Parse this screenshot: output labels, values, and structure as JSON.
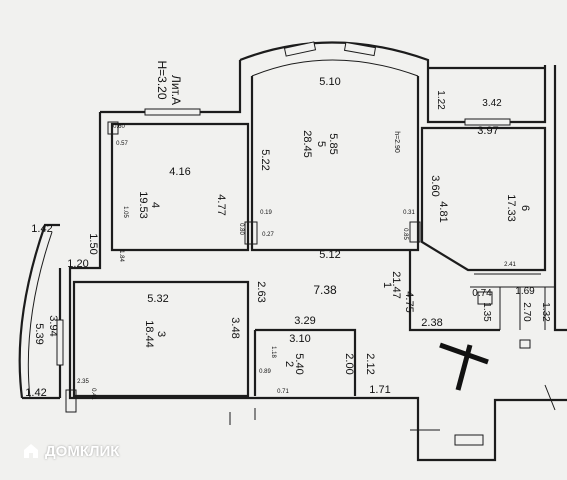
{
  "header": {
    "lit": "Лит.А",
    "height": "H=3.20"
  },
  "labels": [
    {
      "key": "l510",
      "text": "5.10"
    },
    {
      "key": "l585",
      "text": "5.85"
    },
    {
      "key": "l5",
      "text": "5"
    },
    {
      "key": "l2845",
      "text": "28.45"
    },
    {
      "key": "lh290",
      "text": "h=2.90"
    },
    {
      "key": "l522",
      "text": "5.22"
    },
    {
      "key": "l122",
      "text": "1.22"
    },
    {
      "key": "l342",
      "text": "3.42"
    },
    {
      "key": "l397",
      "text": "3.97"
    },
    {
      "key": "l360",
      "text": "3.60"
    },
    {
      "key": "l481",
      "text": "4.81"
    },
    {
      "key": "l6",
      "text": "6"
    },
    {
      "key": "l1733",
      "text": "17.33"
    },
    {
      "key": "l416",
      "text": "4.16"
    },
    {
      "key": "l4",
      "text": "4"
    },
    {
      "key": "l1953",
      "text": "19.53"
    },
    {
      "key": "l477",
      "text": "4.77"
    },
    {
      "key": "l512",
      "text": "5.12"
    },
    {
      "key": "l738",
      "text": "7.38"
    },
    {
      "key": "l1",
      "text": "1"
    },
    {
      "key": "l2147",
      "text": "21.47"
    },
    {
      "key": "l475",
      "text": "4.75"
    },
    {
      "key": "l263",
      "text": "2.63"
    },
    {
      "key": "l532",
      "text": "5.32"
    },
    {
      "key": "l3",
      "text": "3"
    },
    {
      "key": "l1844",
      "text": "18.44"
    },
    {
      "key": "l348",
      "text": "3.48"
    },
    {
      "key": "l329",
      "text": "3.29"
    },
    {
      "key": "l310",
      "text": "3.10"
    },
    {
      "key": "l2",
      "text": "2"
    },
    {
      "key": "l540",
      "text": "5.40"
    },
    {
      "key": "l200",
      "text": "2.00"
    },
    {
      "key": "l212",
      "text": "2.12"
    },
    {
      "key": "l171",
      "text": "1.71"
    },
    {
      "key": "l238",
      "text": "2.38"
    },
    {
      "key": "l074",
      "text": "0.74"
    },
    {
      "key": "l135",
      "text": "1.35"
    },
    {
      "key": "l169",
      "text": "1.69"
    },
    {
      "key": "l270",
      "text": "2.70"
    },
    {
      "key": "l132",
      "text": "1.32"
    },
    {
      "key": "l241",
      "text": "2.41"
    },
    {
      "key": "l142a",
      "text": "1.42"
    },
    {
      "key": "l150",
      "text": "1.50"
    },
    {
      "key": "l120",
      "text": "1.20"
    },
    {
      "key": "l394",
      "text": "3.94"
    },
    {
      "key": "l539",
      "text": "5.39"
    },
    {
      "key": "l142b",
      "text": "1.42"
    },
    {
      "key": "s060",
      "text": "0.60"
    },
    {
      "key": "s057",
      "text": "0.57"
    },
    {
      "key": "s105",
      "text": "1.05"
    },
    {
      "key": "s184",
      "text": "1.84"
    },
    {
      "key": "s019",
      "text": "0.19"
    },
    {
      "key": "s080",
      "text": "0.80"
    },
    {
      "key": "s027",
      "text": "0.27"
    },
    {
      "key": "s031",
      "text": "0.31"
    },
    {
      "key": "s085",
      "text": "0.85"
    },
    {
      "key": "s118",
      "text": "1.18"
    },
    {
      "key": "s089",
      "text": "0.89"
    },
    {
      "key": "s071",
      "text": "0.71"
    },
    {
      "key": "s235",
      "text": "2.35"
    },
    {
      "key": "s041",
      "text": "0.41"
    }
  ],
  "watermark": {
    "text": "ДОМКЛИК",
    "icon": "domclick-house-icon"
  }
}
